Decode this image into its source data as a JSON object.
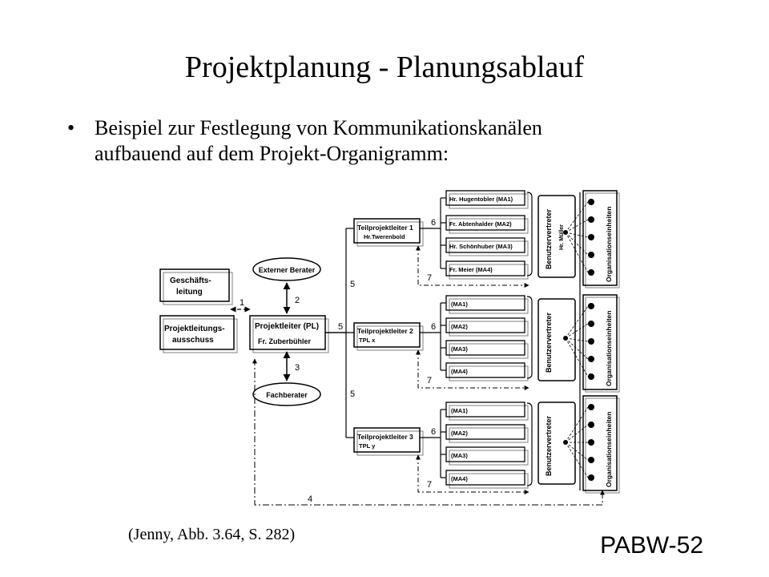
{
  "title": "Projektplanung - Planungsablauf",
  "bullet": {
    "symbol": "•",
    "line1": "Beispiel zur Festlegung von Kommunikationskanälen",
    "line2": "aufbauend auf dem Projekt-Organigramm:"
  },
  "diagram": {
    "geschaeftsleitung": [
      "Geschäfts-",
      "leitung"
    ],
    "ausschuss": [
      "Projektleitungs-",
      "ausschuss"
    ],
    "externer_berater": "Externer Berater",
    "fachberater": "Fachberater",
    "projektleiter": [
      "Projektleiter (PL)",
      "Fr. Zuberbühler"
    ],
    "teilprojektleiter": [
      {
        "name": "Teilprojektleiter 1",
        "sub": "Hr.Twerenbold"
      },
      {
        "name": "Teilprojektleiter 2",
        "sub": "TPL x"
      },
      {
        "name": "Teilprojektleiter 3",
        "sub": "TPL y"
      }
    ],
    "staff": [
      [
        "Hr. Hugentobler (MA1)",
        "Fr. Abtenhalder (MA2)",
        "Hr. Schönhuber (MA3)",
        "Fr. Meier (MA4)"
      ],
      [
        "(MA1)",
        "(MA2)",
        "(MA3)",
        "(MA4)"
      ],
      [
        "(MA1)",
        "(MA2)",
        "(MA3)",
        "(MA4)"
      ]
    ],
    "benutzervertreter": "Benutzervertreter",
    "benutzer_sub": "Hr. Müller",
    "organisation": "Organisationseinheiten",
    "channel_labels": [
      "1",
      "2",
      "3",
      "4",
      "5",
      "6",
      "7"
    ]
  },
  "source": "(Jenny, Abb. 3.64,  S. 282)",
  "page_code": "PABW-52"
}
